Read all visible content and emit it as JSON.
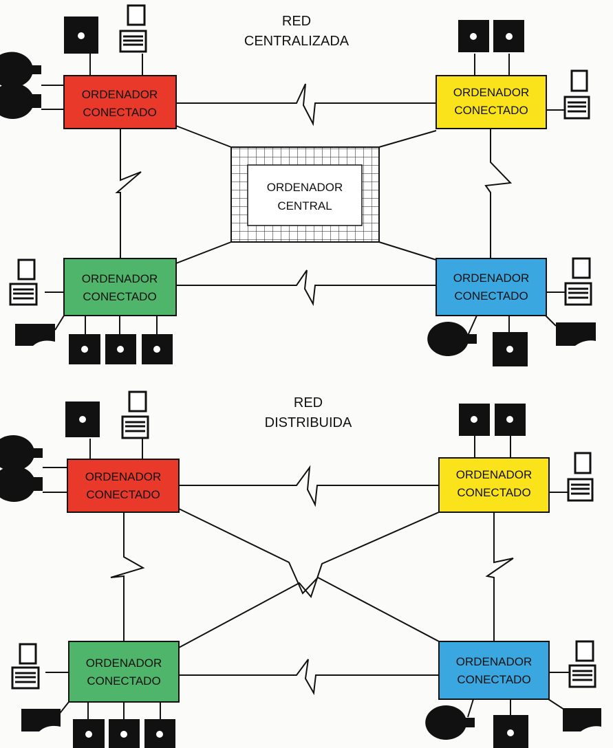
{
  "diagrams": [
    {
      "title_line1": "RED",
      "title_line2": "CENTRALIZADA",
      "center_label_line1": "ORDENADOR",
      "center_label_line2": "CENTRAL",
      "nodes": [
        {
          "label_line1": "ORDENADOR",
          "label_line2": "CONECTADO",
          "color": "#e8392b"
        },
        {
          "label_line1": "ORDENADOR",
          "label_line2": "CONECTADO",
          "color": "#fbe31c"
        },
        {
          "label_line1": "ORDENADOR",
          "label_line2": "CONECTADO",
          "color": "#4fb56a"
        },
        {
          "label_line1": "ORDENADOR",
          "label_line2": "CONECTADO",
          "color": "#3aa7e0"
        }
      ]
    },
    {
      "title_line1": "RED",
      "title_line2": "DISTRIBUIDA",
      "nodes": [
        {
          "label_line1": "ORDENADOR",
          "label_line2": "CONECTADO",
          "color": "#e8392b"
        },
        {
          "label_line1": "ORDENADOR",
          "label_line2": "CONECTADO",
          "color": "#fbe31c"
        },
        {
          "label_line1": "ORDENADOR",
          "label_line2": "CONECTADO",
          "color": "#4fb56a"
        },
        {
          "label_line1": "ORDENADOR",
          "label_line2": "CONECTADO",
          "color": "#3aa7e0"
        }
      ]
    }
  ],
  "colors": {
    "line": "#111111",
    "grid_bg": "#ffffff",
    "background": "#fbfbfa"
  },
  "icons": [
    "disk-drive-icon",
    "terminal-icon",
    "tape-drive-icon",
    "printer-icon"
  ]
}
